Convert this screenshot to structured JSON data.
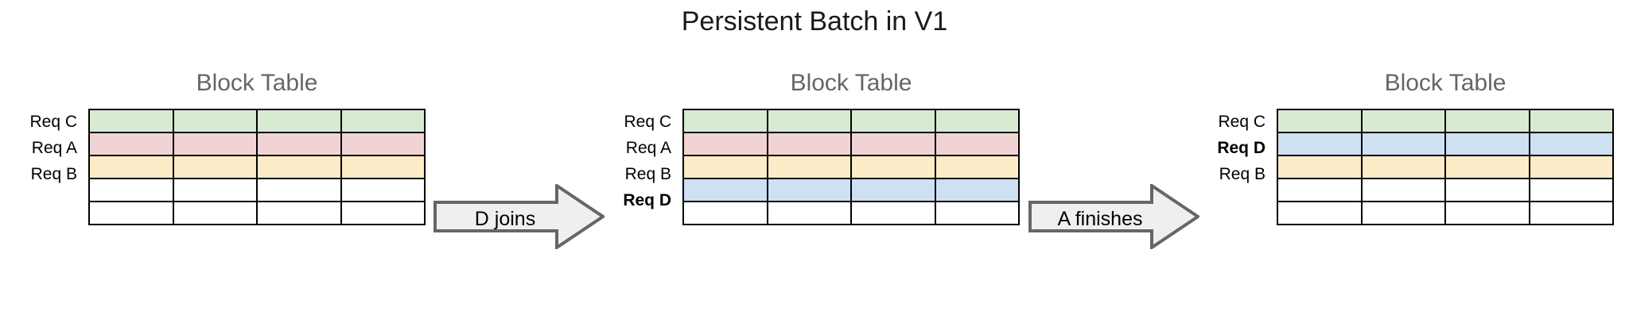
{
  "title": "Persistent Batch in V1",
  "colors": {
    "green": "#d9ead3",
    "red": "#f2d3d3",
    "yellow": "#fdecc8",
    "blue": "#cfe0f3",
    "empty": "#ffffff",
    "border": "#000000",
    "arrow_fill": "#efefef",
    "arrow_stroke": "#666666",
    "title_color": "#1a1a1a",
    "table_title_color": "#666666"
  },
  "table_title": "Block Table",
  "stages": [
    {
      "name": "initial",
      "title": "Block Table",
      "columns": 4,
      "rows": [
        {
          "label": "Req C",
          "color": "green",
          "bold": false,
          "empty": false
        },
        {
          "label": "Req A",
          "color": "red",
          "bold": false,
          "empty": false
        },
        {
          "label": "Req B",
          "color": "yellow",
          "bold": false,
          "empty": false
        },
        {
          "label": "",
          "color": "empty",
          "bold": false,
          "empty": true
        },
        {
          "label": "",
          "color": "empty",
          "bold": false,
          "empty": true
        }
      ]
    },
    {
      "name": "after-d-joins",
      "title": "Block Table",
      "columns": 4,
      "rows": [
        {
          "label": "Req C",
          "color": "green",
          "bold": false,
          "empty": false
        },
        {
          "label": "Req A",
          "color": "red",
          "bold": false,
          "empty": false
        },
        {
          "label": "Req B",
          "color": "yellow",
          "bold": false,
          "empty": false
        },
        {
          "label": "Req D",
          "color": "blue",
          "bold": true,
          "empty": false
        },
        {
          "label": "",
          "color": "empty",
          "bold": false,
          "empty": true
        }
      ]
    },
    {
      "name": "after-a-finishes",
      "title": "Block Table",
      "columns": 4,
      "rows": [
        {
          "label": "Req C",
          "color": "green",
          "bold": false,
          "empty": false
        },
        {
          "label": "Req D",
          "color": "blue",
          "bold": true,
          "empty": false
        },
        {
          "label": "Req B",
          "color": "yellow",
          "bold": false,
          "empty": false
        },
        {
          "label": "",
          "color": "empty",
          "bold": false,
          "empty": true
        },
        {
          "label": "",
          "color": "empty",
          "bold": false,
          "empty": true
        }
      ]
    }
  ],
  "transitions": [
    {
      "name": "d-joins",
      "label": "D joins"
    },
    {
      "name": "a-finishes",
      "label": "A finishes"
    }
  ]
}
